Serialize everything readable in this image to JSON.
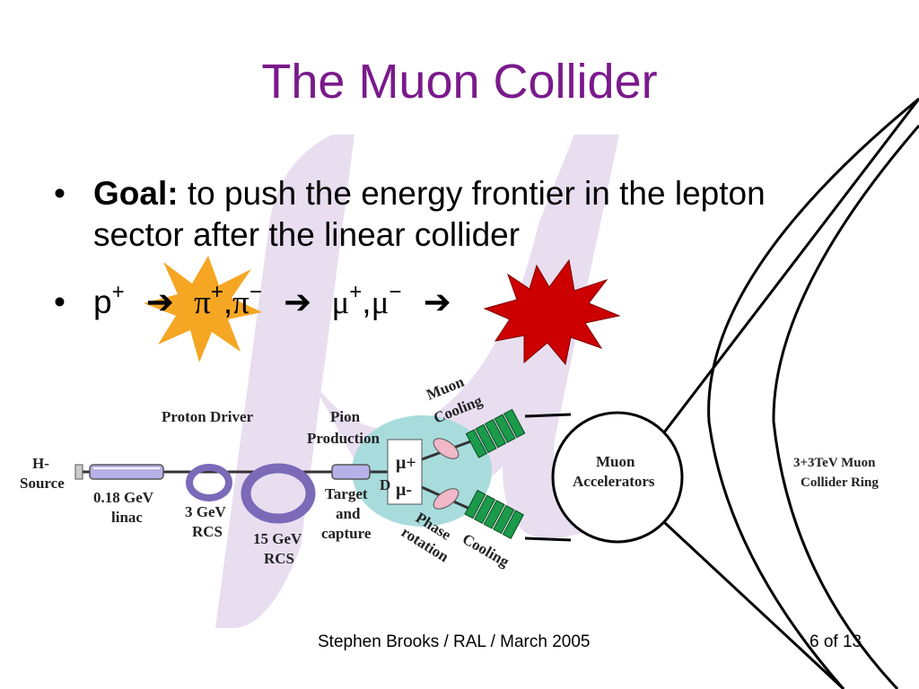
{
  "slide": {
    "title": "The Muon Collider",
    "goal_label": "Goal:",
    "goal_text": " to push the energy frontier in the lepton sector after the linear collider",
    "reaction": {
      "p": "p",
      "p_charge": "+",
      "arrow": "➔",
      "pi": "π",
      "plus": "+",
      "comma": ",",
      "minus": "−",
      "mu": "μ"
    }
  },
  "diagram": {
    "h_source": [
      "H-",
      "Source"
    ],
    "linac": [
      "0.18 GeV",
      "linac"
    ],
    "rcs3": [
      "3 GeV",
      "RCS"
    ],
    "rcs15": [
      "15 GeV",
      "RCS"
    ],
    "proton_driver": "Proton Driver",
    "pion_production": [
      "Pion",
      "Production"
    ],
    "target_capture": [
      "Target",
      "and",
      "capture"
    ],
    "decay_fragment": "D",
    "muon_box": [
      "μ+",
      "μ-"
    ],
    "phase_rotation": [
      "Phase",
      "rotation"
    ],
    "muon_cooling": [
      "Muon",
      "Cooling"
    ],
    "cooling": "Cooling",
    "muon_accelerators": [
      "Muon",
      "Accelerators"
    ],
    "collider_ring": [
      "3+3TeV  Muon",
      "Collider Ring"
    ],
    "colors": {
      "title": "#7a1a8c",
      "watermark": "#e8def0",
      "ring_purple": "#8878c8",
      "capture_blue": "#a8dcdc",
      "cooling_green": "#1a9a4a",
      "star_orange": "#f5a623",
      "star_red": "#cc0000"
    }
  },
  "footer": {
    "credit": "Stephen Brooks / RAL / March 2005",
    "page": "6 of 13"
  }
}
